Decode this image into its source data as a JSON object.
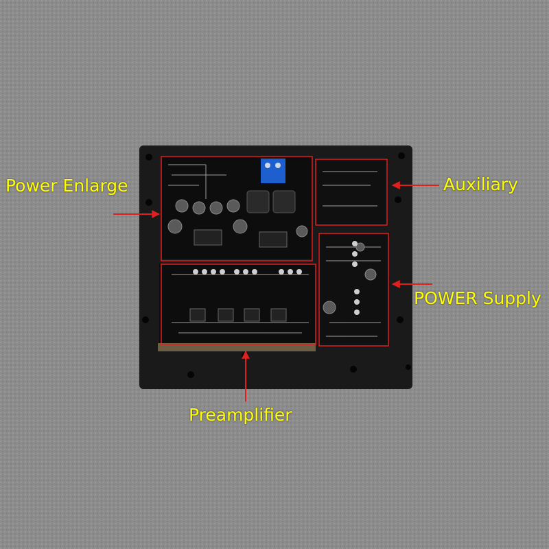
{
  "labels": {
    "power_enlarge": "Power Enlarge",
    "auxiliary": "Auxiliary",
    "power_supply": "POWER Supply",
    "preamplifier": "Preamplifier"
  },
  "colors": {
    "label_text": "#ffff00",
    "annotation": "#e02020",
    "background": "#8a8a8a",
    "frame": "#1a1a1a",
    "pcb": "#0d0d0d",
    "terminal": "#1e5fd0"
  }
}
